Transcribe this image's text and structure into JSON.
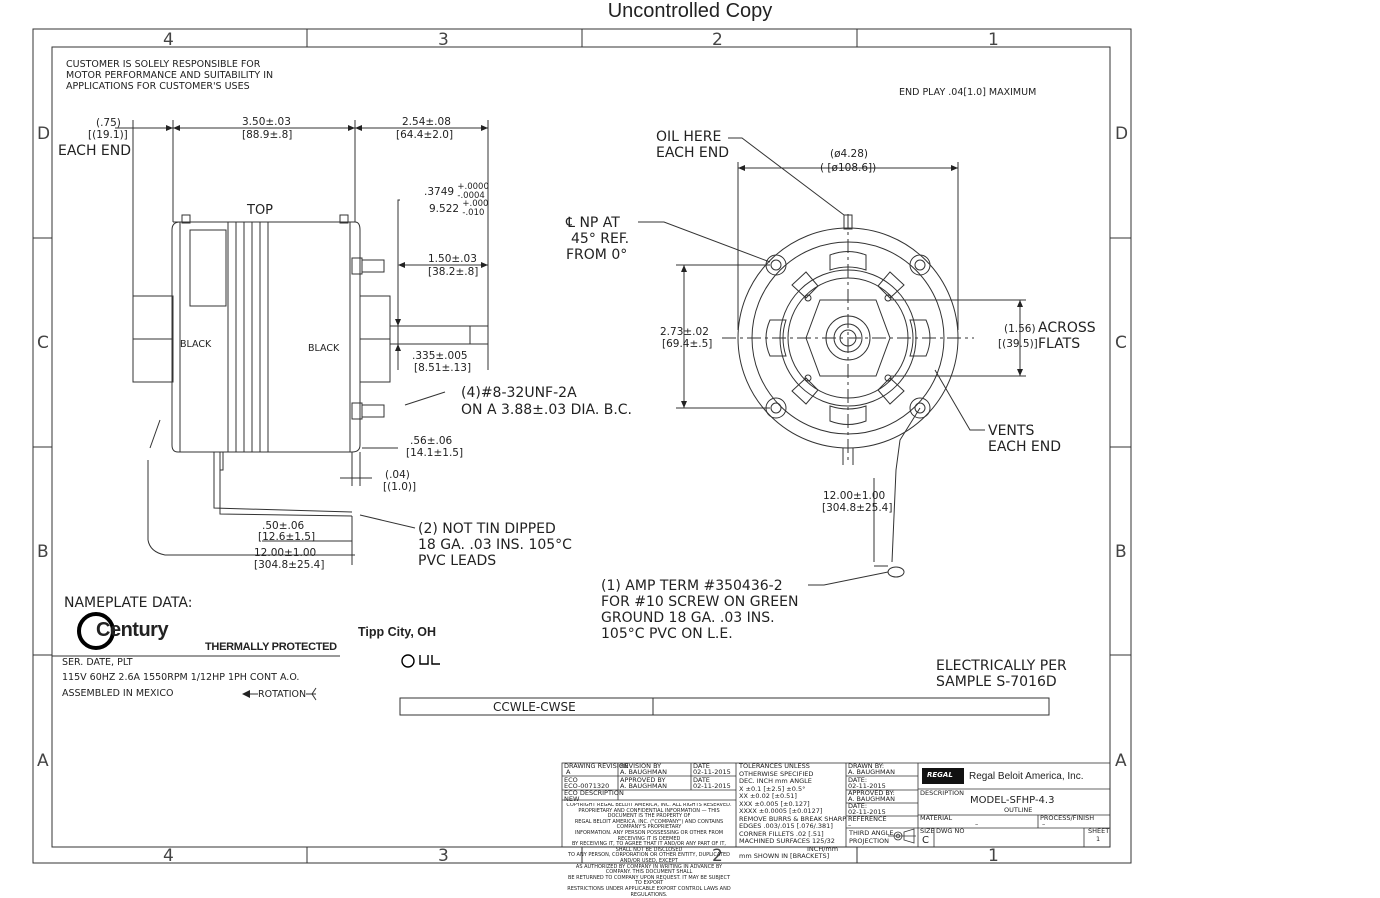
{
  "header": "Uncontrolled Copy",
  "zones": {
    "top": [
      "4",
      "3",
      "2",
      "1"
    ],
    "bottom": [
      "4",
      "3",
      "2",
      "1"
    ],
    "left": [
      "D",
      "C",
      "B",
      "A"
    ],
    "right": [
      "D",
      "C",
      "B",
      "A"
    ]
  },
  "notes": {
    "customer": [
      "CUSTOMER IS SOLELY RESPONSIBLE FOR",
      "MOTOR PERFORMANCE AND SUITABILITY IN",
      "APPLICATIONS FOR CUSTOMER'S USES"
    ],
    "end_play": "END PLAY .04[1.0] MAXIMUM"
  },
  "side_view": {
    "dim_075": "(.75)",
    "dim_191": "[(19.1)]",
    "each_end": "EACH END",
    "dim_350": "3.50±.03",
    "dim_889": "[88.9±.8]",
    "dim_254": "2.54±.08",
    "dim_644": "[64.4±2.0]",
    "top": "TOP",
    "shaft_in_a": ".3749",
    "shaft_in_b": "+.0000",
    "shaft_in_c": "-.0004",
    "shaft_mm_a": "9.522",
    "shaft_mm_b": "+.000",
    "shaft_mm_c": "-.010",
    "dim_150": "1.50±.03",
    "dim_382": "[38.2±.8]",
    "black1": "BLACK",
    "black2": "BLACK",
    "dim_335": ".335±.005",
    "dim_851": "[8.51±.13]",
    "screws_1": "(4)#8-32UNF-2A",
    "screws_2": "ON A 3.88±.03 DIA. B.C.",
    "dim_056": ".56±.06",
    "dim_141": "[14.1±1.5]",
    "dim_004": "(.04)",
    "dim_10": "[(1.0)]",
    "dim_050": ".50±.06",
    "dim_126": "[12.6±1.5]",
    "dim_1200": "12.00±1.00",
    "dim_3048": "[304.8±25.4]",
    "leads": [
      "(2) NOT TIN DIPPED",
      "18 GA. .03 INS. 105°C",
      "PVC LEADS"
    ]
  },
  "end_view": {
    "oil": [
      "OIL HERE",
      "EACH END"
    ],
    "dia_in": "(ø4.28)",
    "dia_mm": "( [ø108.6])",
    "np": [
      "℄ NP AT",
      "45° REF.",
      "FROM 0°"
    ],
    "dim_273": "2.73±.02",
    "dim_694": "[69.4±.5]",
    "across_in": "(1.56)",
    "across_mm": "[(39.5)]",
    "across_lbl": "ACROSS",
    "flats": "FLATS",
    "vents": [
      "VENTS",
      "EACH END"
    ],
    "lead_in": "12.00±1.00",
    "lead_mm": "[304.8±25.4]",
    "term": [
      "(1) AMP TERM #350436-2",
      "FOR #10 SCREW ON GREEN",
      "GROUND 18 GA. .03 INS.",
      "105°C PVC ON L.E."
    ]
  },
  "nameplate": {
    "title": "NAMEPLATE DATA:",
    "brand": "Century",
    "thermal": "THERMALLY PROTECTED",
    "city": "Tipp City, OH",
    "line1": "SER. DATE, PLT",
    "line2": "115V 60HZ 2.6A 1550RPM 1/12HP 1PH CONT A.O.",
    "line3": "ASSEMBLED IN MEXICO",
    "rotation": "ROTATION"
  },
  "electrical": [
    "ELECTRICALLY PER",
    "SAMPLE S-7016D"
  ],
  "rotation_box": "CCWLE-CWSE",
  "title_block": {
    "drawing_revision": "DRAWING REVISION",
    "revision_letter": "A",
    "revision_by_lbl": "REVISION BY",
    "revision_by": "A. BAUGHMAN",
    "date_lbl": "DATE",
    "date1": "02-11-2015",
    "eco": "ECO",
    "eco_no": "ECO-0071320",
    "approved_by_lbl": "APPROVED BY",
    "approved_by": "A. BAUGHMAN",
    "date2": "02-11-2015",
    "eco_desc_lbl": "ECO DESCRIPTION",
    "eco_desc": "NEW",
    "copyright": [
      "COPYRIGHT REGAL BELOIT AMERICA, INC. ALL RIGHTS RESERVED.",
      "PROPRIETARY AND CONFIDENTIAL INFORMATION — THIS DOCUMENT IS THE PROPERTY OF",
      "REGAL BELOIT AMERICA, INC. (\"COMPANY\") AND CONTAINS COMPANY'S PROPRIETARY",
      "INFORMATION. ANY PERSON POSSESSING OR OTHER FROM RECEIVING IT IS DEEMED",
      "BY RECEIVING IT, TO AGREE THAT IT AND/OR ANY PART OF IT, SHALL NOT BE DISCLOSED",
      "TO ANY PERSON, CORPORATION OR OTHER ENTITY, DUPLICATED AND/OR USED, EXCEPT",
      "AS AUTHORIZED BY COMPANY IN WRITING IN ADVANCE BY COMPANY. THIS DOCUMENT SHALL",
      "BE RETURNED TO COMPANY UPON REQUEST. IT MAY BE SUBJECT TO EXPORT",
      "RESTRICTIONS UNDER APPLICABLE EXPORT CONTROL LAWS AND REGULATIONS."
    ],
    "tolerances": [
      "TOLERANCES UNLESS",
      "OTHERWISE SPECIFIED",
      "DEC.   INCH      mm    ANGLE",
      "X       ±0.1     [±2.5]   ±0.5°",
      "XX     ±0.02    [±0.51]",
      "XXX   ±0.005  [±0.127]",
      "XXXX  ±0.0005 [±0.0127]",
      "REMOVE BURRS & BREAK SHARP",
      "EDGES .003/.015 [.076/.381]",
      "CORNER FILLETS .02 [.51]",
      "MACHINED SURFACES  125/32",
      "INCH/mm",
      "mm SHOWN IN [BRACKETS]"
    ],
    "drawn_by_lbl": "DRAWN BY:",
    "drawn_by": "A. BAUGHMAN",
    "date3_lbl": "DATE:",
    "date3": "02-11-2015",
    "approved2_lbl": "APPROVED BY:",
    "approved2": "A. BAUGHMAN",
    "date4_lbl": "DATE:",
    "date4": "02-11-2015",
    "reference_lbl": "REFERENCE",
    "reference": "–",
    "third_angle": [
      "THIRD ANGLE",
      "PROJECTION"
    ],
    "company_logo": "REGAL",
    "company": "Regal Beloit America, Inc.",
    "description_lbl": "DESCRIPTION",
    "model": "MODEL-SFHP-4.3",
    "outline": "OUTLINE",
    "material_lbl": "MATERIAL",
    "material": "–",
    "process_lbl": "PROCESS/FINISH",
    "process": "–",
    "size_lbl": "SIZE",
    "size": "C",
    "dwg_lbl": "DWG NO",
    "sheet_lbl": "SHEET",
    "sheet": "1"
  }
}
